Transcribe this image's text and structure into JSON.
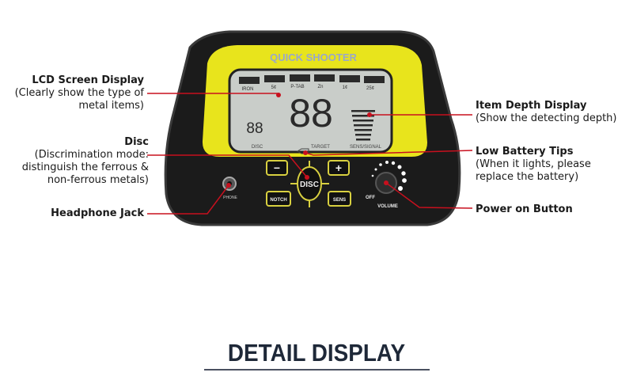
{
  "device": {
    "brand_label": "QUICK SHOOTER",
    "lcd": {
      "categories": [
        "IRON",
        "5¢",
        "P-TAB",
        "Zn",
        "1¢",
        "25¢"
      ],
      "main_digits": "88",
      "disc_digits": "88",
      "disc_label": "DISC",
      "target_label": "TARGET",
      "sens_label": "SENS/SIGNAL"
    },
    "buttons": {
      "minus": "−",
      "plus": "+",
      "disc": "DISC",
      "notch": "NOTCH",
      "sens": "SENS"
    },
    "phone_label": "PHONE",
    "off_label": "OFF",
    "volume_label": "VOLUME"
  },
  "callouts": {
    "lcd": {
      "title": "LCD Screen Display",
      "desc": "(Clearly show the type of metal items)"
    },
    "disc": {
      "title": "Disc",
      "desc": "(Discrimination mode: distinguish the ferrous & non-ferrous metals)"
    },
    "headphone": {
      "title": "Headphone Jack"
    },
    "depth": {
      "title": "Item Depth Display",
      "desc": "(Show the detecting depth)"
    },
    "battery": {
      "title": "Low Battery Tips",
      "desc": "(When it lights, please replace the battery)"
    },
    "power": {
      "title": "Power on Button"
    }
  },
  "footer": {
    "title": "DETAIL DISPLAY"
  },
  "colors": {
    "leader": "#c8101e",
    "bezel": "#e8e41c",
    "lcd": "#c9cdc9",
    "title": "#1e2838"
  }
}
